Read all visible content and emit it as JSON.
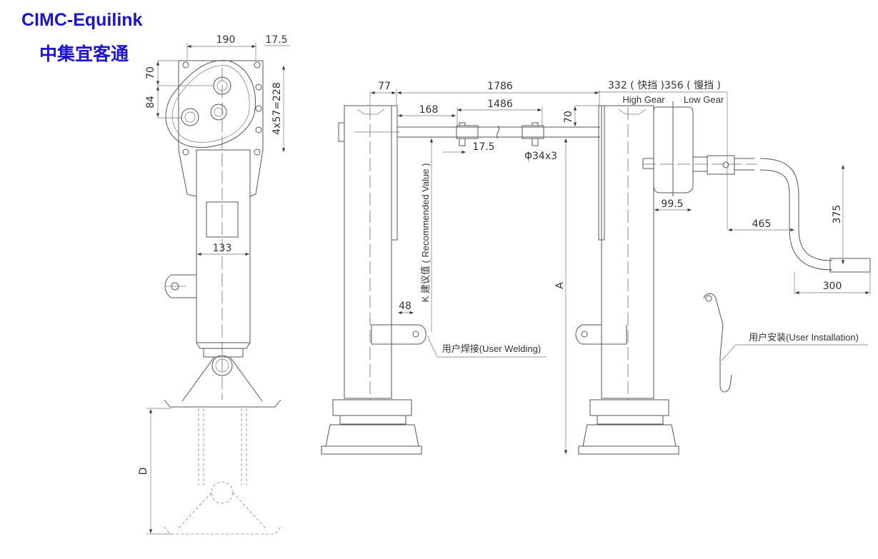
{
  "brand": {
    "name_en": "CIMC-Equilink",
    "name_cn": "中集宜客通",
    "color": "#1c14cf"
  },
  "side_view": {
    "dims": {
      "top_width": "190",
      "offset": "17.5",
      "upper_height": "70",
      "mid_height": "84",
      "hole_pitch": "4x57=228",
      "tube_width": "133",
      "stroke": "D"
    }
  },
  "front_view": {
    "dims": {
      "plate_offset": "77",
      "overall_span": "1786",
      "shaft_offset": "168",
      "shaft_length": "1486",
      "shaft_height": "70",
      "coupling_offset": "17.5",
      "shaft_tube": "Φ34x3",
      "k_label": "K 建议值 ( Recommended Value )",
      "bracket_width": "48",
      "height": "A",
      "gear_offsets": "332 ( 快挡 )356 ( 慢挡 )",
      "high_gear": "High Gear",
      "low_gear": "Low Gear",
      "gearbox_width": "99.5",
      "crank_reach": "465",
      "crank_drop": "375",
      "handle_length": "300"
    },
    "notes": {
      "user_welding": "用户焊接(User Welding)",
      "user_installation": "用户安装(User Installation)"
    }
  }
}
